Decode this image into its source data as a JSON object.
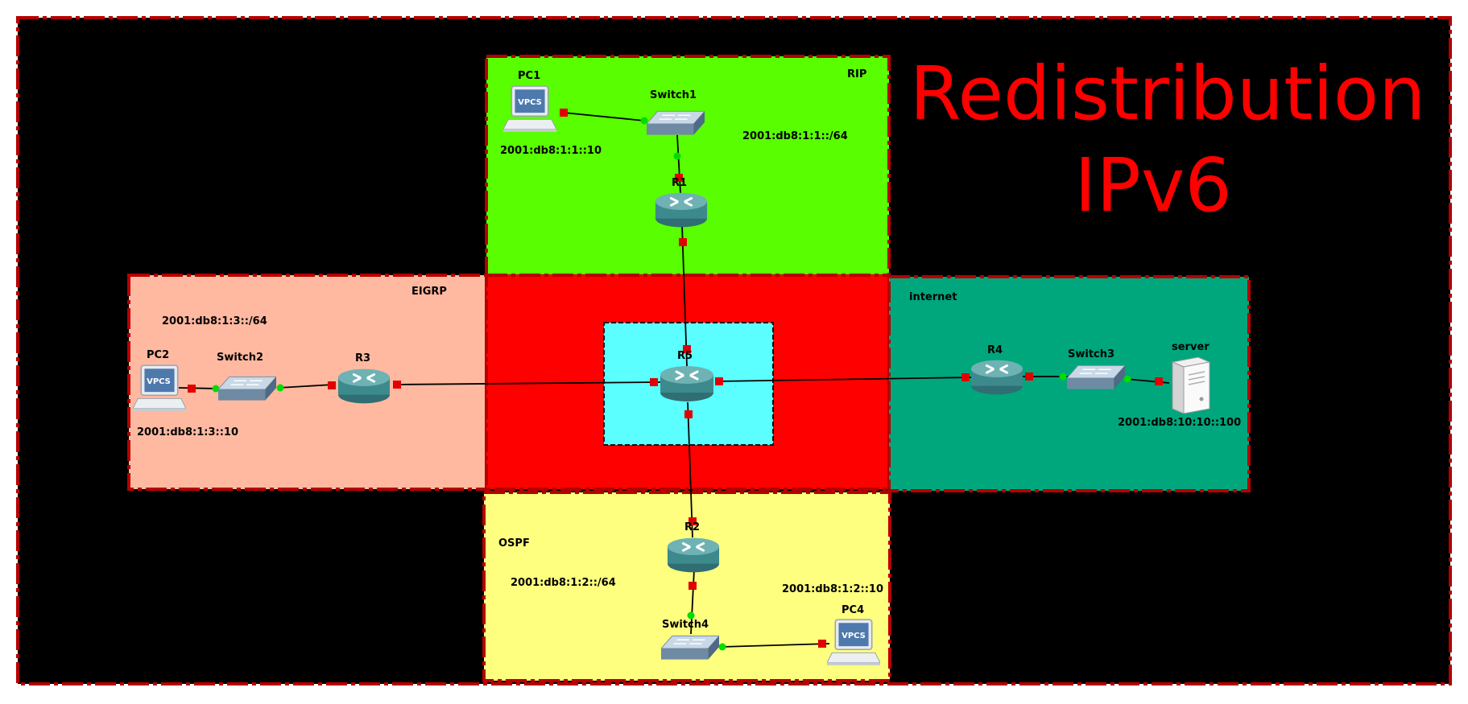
{
  "title": {
    "line1": "Redistribution",
    "line2": "IPv6"
  },
  "zones": {
    "rip": "RIP",
    "eigrp": "EIGRP",
    "internet": "internet",
    "ospf": "OSPF"
  },
  "colors": {
    "background": "#000000",
    "rip": "#59ff00",
    "eigrp": "#ffb9a0",
    "core": "#ff0000",
    "internet": "#00a67c",
    "ospf": "#ffff7f",
    "r5_area": "#5cffff",
    "title": "#ff0000",
    "port_down": "#e00000",
    "port_up": "#00dd00"
  },
  "devices": {
    "pc1": "PC1",
    "pc2": "PC2",
    "pc4": "PC4",
    "switch1": "Switch1",
    "switch2": "Switch2",
    "switch3": "Switch3",
    "switch4": "Switch4",
    "r1": "R1",
    "r2": "R2",
    "r3": "R3",
    "r4": "R4",
    "r5": "R5",
    "server": "server",
    "vpcs_badge": "VPCS"
  },
  "addresses": {
    "pc1": "2001:db8:1:1::10",
    "rip_net": "2001:db8:1:1::/64",
    "eigrp_net": "2001:db8:1:3::/64",
    "pc2": "2001:db8:1:3::10",
    "server": "2001:db8:10:10::100",
    "ospf_net": "2001:db8:1:2::/64",
    "pc4": "2001:db8:1:2::10"
  },
  "icons": {
    "pc": "vpcs-laptop-icon",
    "switch": "switch-icon",
    "router": "router-icon",
    "server": "server-tower-icon"
  }
}
